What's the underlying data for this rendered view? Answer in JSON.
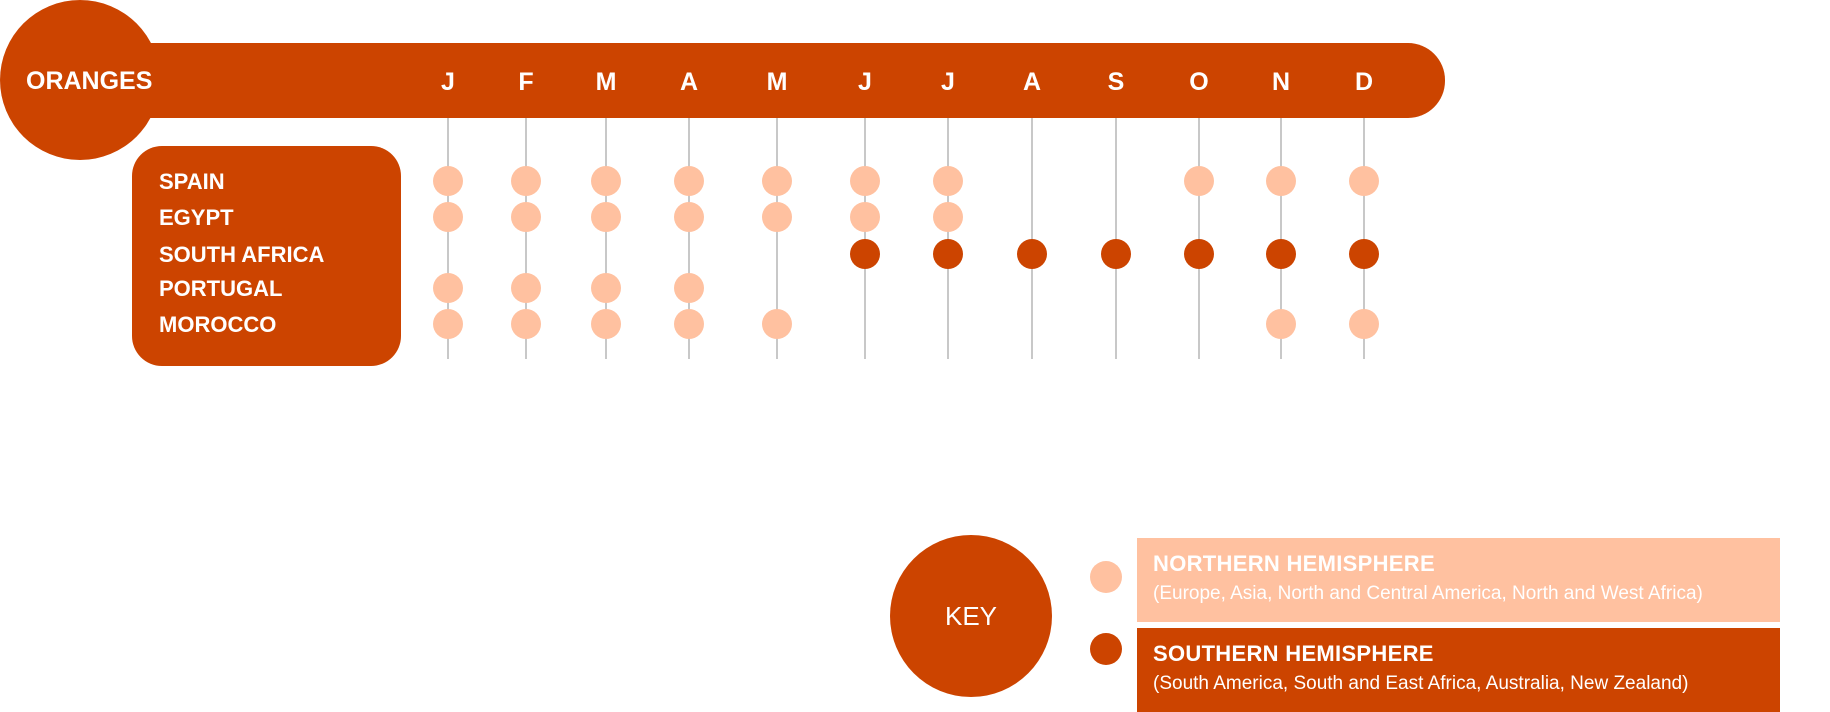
{
  "chart_data": {
    "type": "table",
    "title": "ORANGES",
    "months": [
      "J",
      "F",
      "M",
      "A",
      "M",
      "J",
      "J",
      "A",
      "S",
      "O",
      "N",
      "D"
    ],
    "rows": [
      {
        "country": "SPAIN",
        "hemisphere": "northern",
        "months_available": [
          1,
          2,
          3,
          4,
          5,
          6,
          7,
          10,
          11,
          12
        ]
      },
      {
        "country": "EGYPT",
        "hemisphere": "northern",
        "months_available": [
          1,
          2,
          3,
          4,
          5,
          6,
          7
        ]
      },
      {
        "country": "SOUTH AFRICA",
        "hemisphere": "southern",
        "months_available": [
          6,
          7,
          8,
          9,
          10,
          11,
          12
        ]
      },
      {
        "country": "PORTUGAL",
        "hemisphere": "northern",
        "months_available": [
          1,
          2,
          3,
          4
        ]
      },
      {
        "country": "MOROCCO",
        "hemisphere": "northern",
        "months_available": [
          1,
          2,
          3,
          4,
          5,
          11,
          12
        ]
      }
    ],
    "legend": {
      "title": "KEY",
      "items": [
        {
          "key": "northern",
          "label": "NORTHERN HEMISPHERE",
          "sublabel": "(Europe, Asia, North and Central America, North and West Africa)",
          "color": "#FFC1A0"
        },
        {
          "key": "southern",
          "label": "SOUTHERN HEMISPHERE",
          "sublabel": "(South America, South and East Africa, Australia, New Zealand)",
          "color": "#CC4400"
        }
      ]
    }
  },
  "colors": {
    "brand": "#CC4400",
    "light": "#FFC1A0",
    "gridline": "#C8C8C8"
  }
}
